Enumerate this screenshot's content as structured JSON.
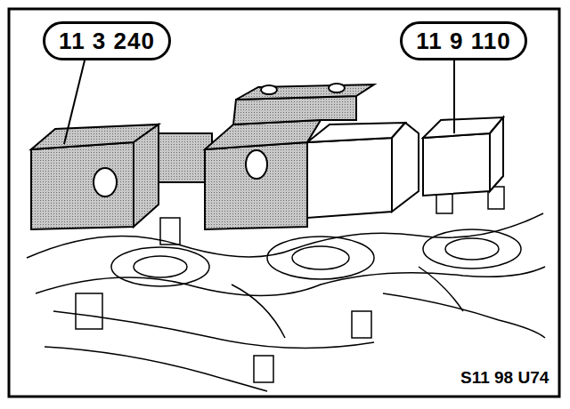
{
  "diagram": {
    "nodes": [
      {
        "text": [
          "11 3 240"
        ]
      },
      {
        "text": [
          "11 9 110"
        ]
      }
    ],
    "labels": [
      "S11 98 U74"
    ]
  }
}
